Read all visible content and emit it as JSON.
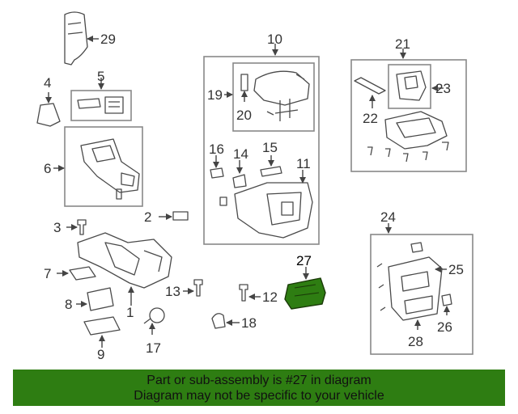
{
  "callouts": {
    "c1": "1",
    "c2": "2",
    "c3": "3",
    "c4": "4",
    "c5": "5",
    "c6": "6",
    "c7": "7",
    "c8": "8",
    "c9": "9",
    "c10": "10",
    "c11": "11",
    "c12": "12",
    "c13": "13",
    "c14": "14",
    "c15": "15",
    "c16": "16",
    "c17": "17",
    "c18": "18",
    "c19": "19",
    "c20": "20",
    "c21": "21",
    "c22": "22",
    "c23": "23",
    "c24": "24",
    "c25": "25",
    "c26": "26",
    "c27": "27",
    "c28": "28",
    "c29": "29"
  },
  "highlight": {
    "part_number": "27",
    "color": "#2e7d12"
  },
  "banner": {
    "line1": "Part or sub-assembly is #27 in diagram",
    "line2": "Diagram may not be specific to your vehicle",
    "background": "#2e7d12"
  }
}
